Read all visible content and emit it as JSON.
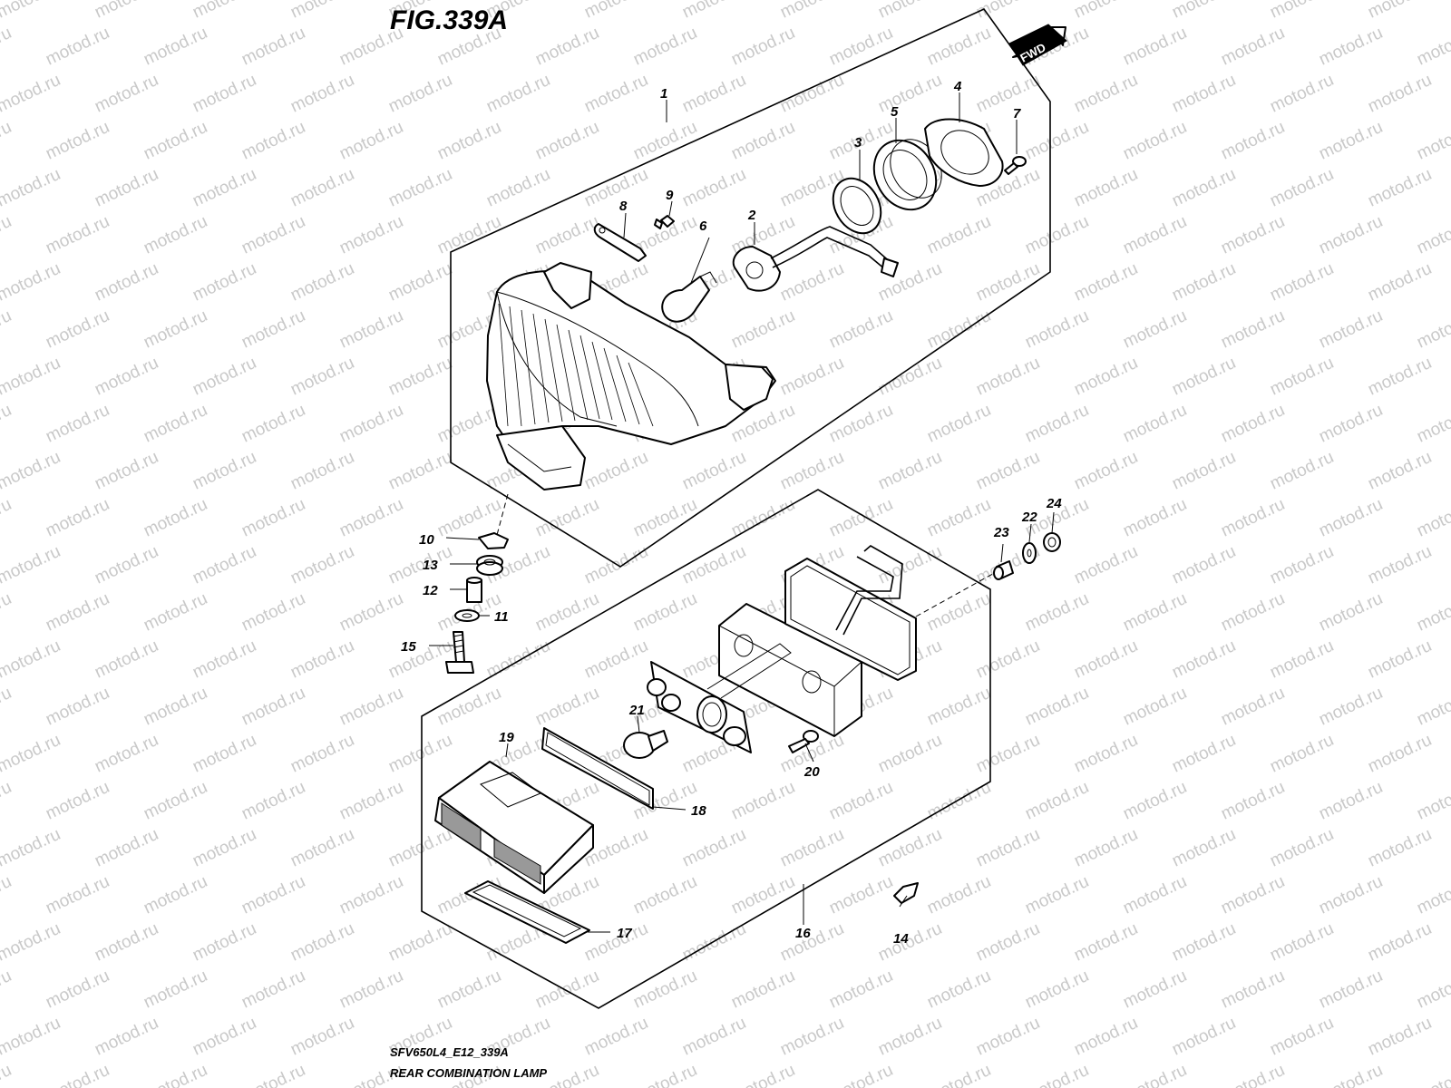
{
  "figure": {
    "title": "FIG.339A",
    "fwd_label": "FWD",
    "model_code": "SFV650L4_E12_339A",
    "caption": "REAR COMBINATION LAMP",
    "watermark": "motod.ru"
  },
  "callouts": [
    {
      "id": "1",
      "label": "1"
    },
    {
      "id": "2",
      "label": "2"
    },
    {
      "id": "3",
      "label": "3"
    },
    {
      "id": "4",
      "label": "4"
    },
    {
      "id": "5",
      "label": "5"
    },
    {
      "id": "6",
      "label": "6"
    },
    {
      "id": "7",
      "label": "7"
    },
    {
      "id": "8",
      "label": "8"
    },
    {
      "id": "9",
      "label": "9"
    },
    {
      "id": "10",
      "label": "10"
    },
    {
      "id": "11",
      "label": "11"
    },
    {
      "id": "12",
      "label": "12"
    },
    {
      "id": "13",
      "label": "13"
    },
    {
      "id": "14",
      "label": "14"
    },
    {
      "id": "15",
      "label": "15"
    },
    {
      "id": "16",
      "label": "16"
    },
    {
      "id": "17",
      "label": "17"
    },
    {
      "id": "18",
      "label": "18"
    },
    {
      "id": "19",
      "label": "19"
    },
    {
      "id": "20",
      "label": "20"
    },
    {
      "id": "21",
      "label": "21"
    },
    {
      "id": "22",
      "label": "22"
    },
    {
      "id": "23",
      "label": "23"
    },
    {
      "id": "24",
      "label": "24"
    }
  ]
}
